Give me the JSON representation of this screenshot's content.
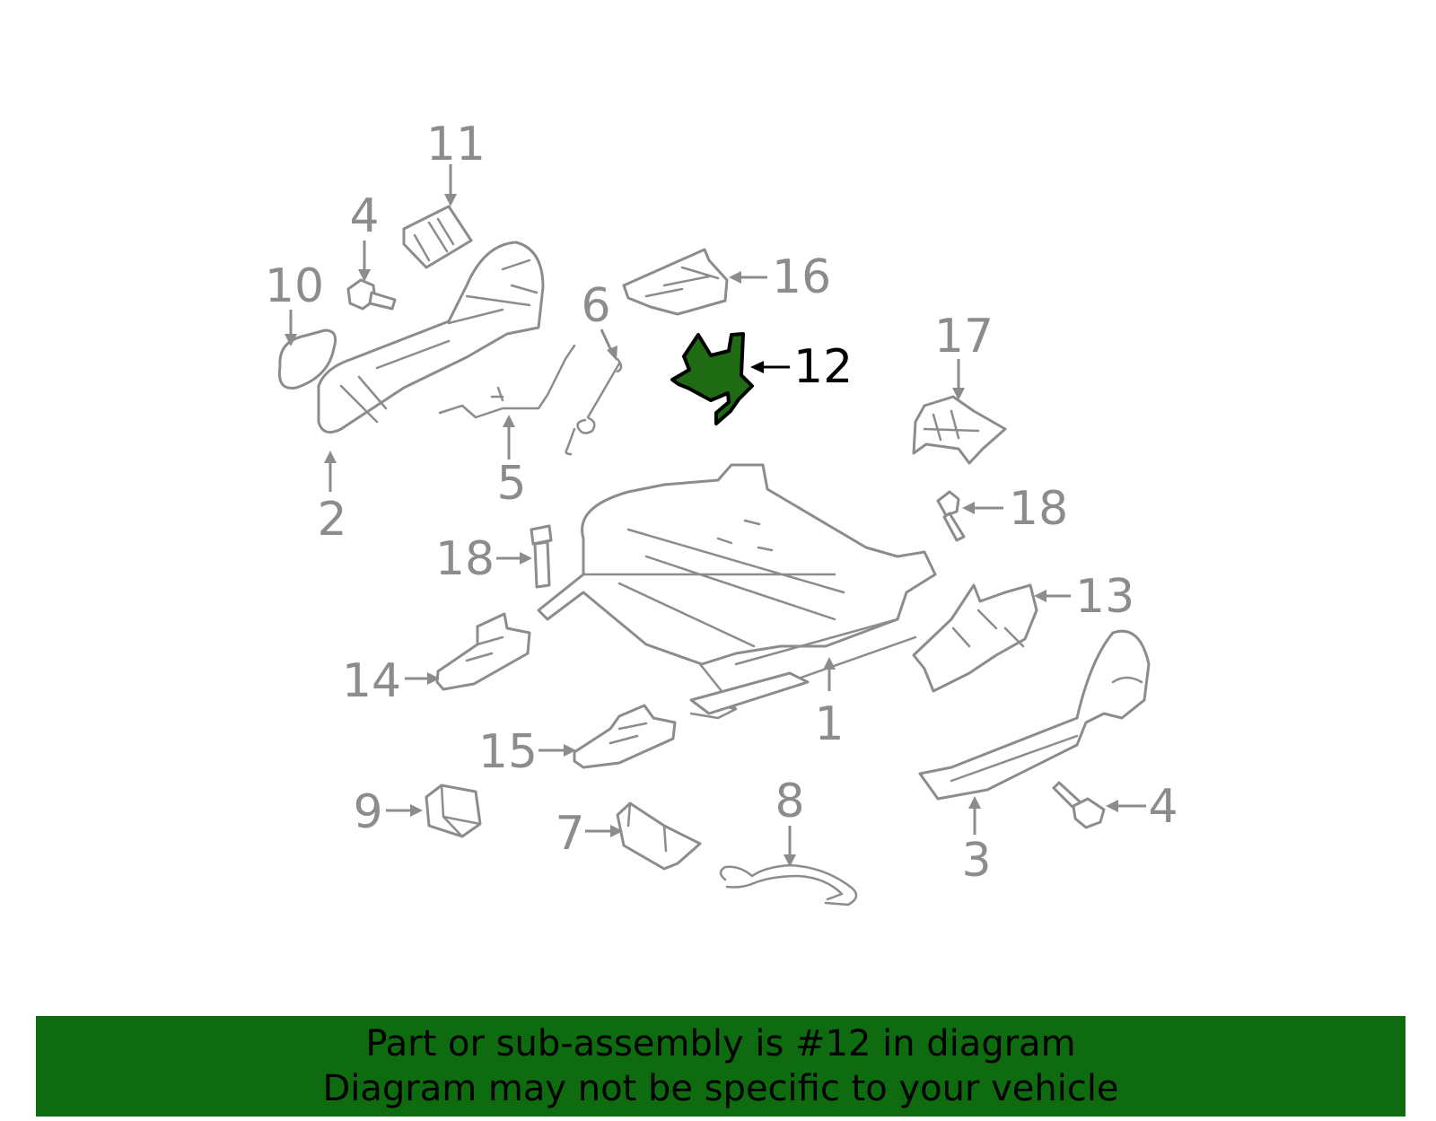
{
  "diagram": {
    "highlight_color": "#1f6b14",
    "callouts": [
      {
        "id": "c11",
        "label": "11"
      },
      {
        "id": "c4a",
        "label": "4"
      },
      {
        "id": "c10",
        "label": "10"
      },
      {
        "id": "c2",
        "label": "2"
      },
      {
        "id": "c6",
        "label": "6"
      },
      {
        "id": "c5",
        "label": "5"
      },
      {
        "id": "c16",
        "label": "16"
      },
      {
        "id": "c12",
        "label": "12"
      },
      {
        "id": "c17",
        "label": "17"
      },
      {
        "id": "c18a",
        "label": "18"
      },
      {
        "id": "c18b",
        "label": "18"
      },
      {
        "id": "c13",
        "label": "13"
      },
      {
        "id": "c14",
        "label": "14"
      },
      {
        "id": "c1",
        "label": "1"
      },
      {
        "id": "c15",
        "label": "15"
      },
      {
        "id": "c9",
        "label": "9"
      },
      {
        "id": "c7",
        "label": "7"
      },
      {
        "id": "c8",
        "label": "8"
      },
      {
        "id": "c3",
        "label": "3"
      },
      {
        "id": "c4b",
        "label": "4"
      }
    ]
  },
  "banner": {
    "line1": "Part or sub-assembly is #12 in diagram",
    "line2": "Diagram may not be specific to your vehicle",
    "color": "#0f6b0f"
  }
}
